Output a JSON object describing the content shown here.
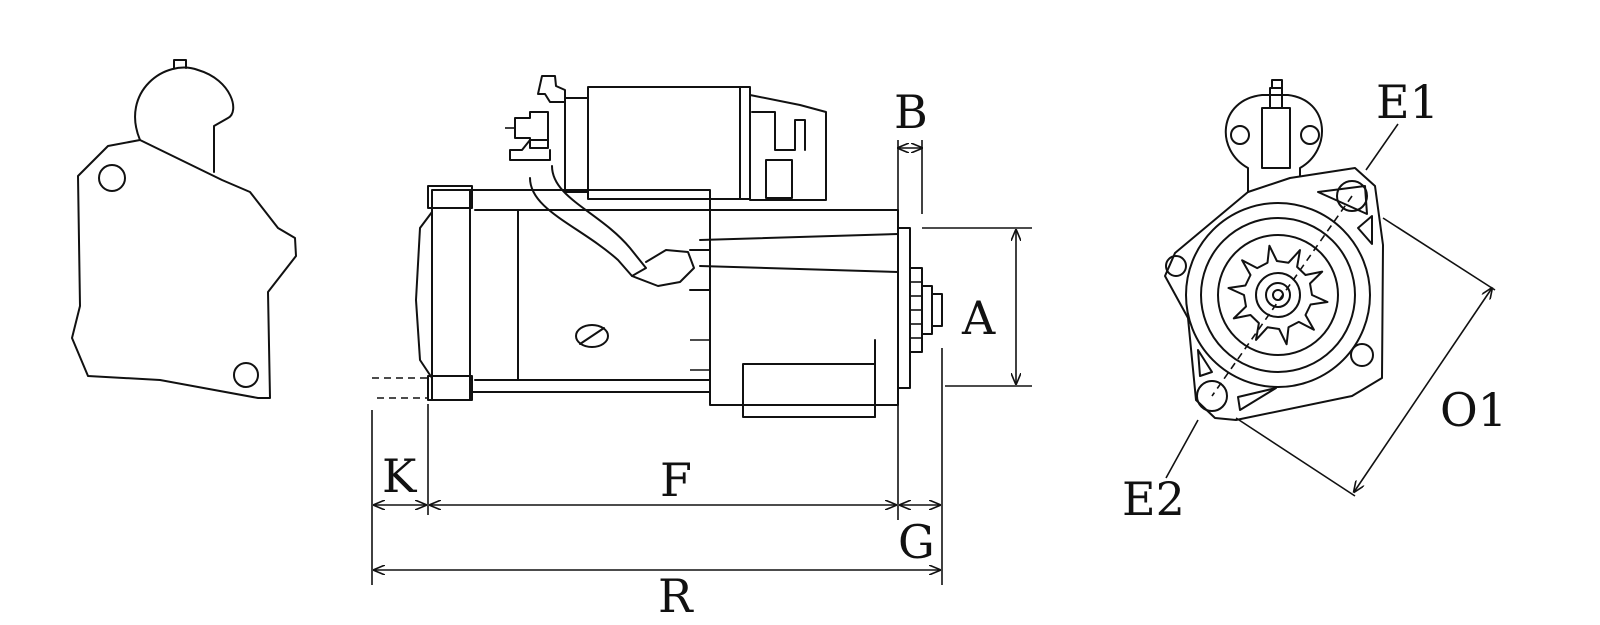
{
  "labels": {
    "a": "A",
    "b": "B",
    "f": "F",
    "g": "G",
    "k": "K",
    "r": "R",
    "e1": "E1",
    "e2": "E2",
    "o1": "O1"
  },
  "colors": {
    "ink": "#111111",
    "background": "#ffffff"
  }
}
